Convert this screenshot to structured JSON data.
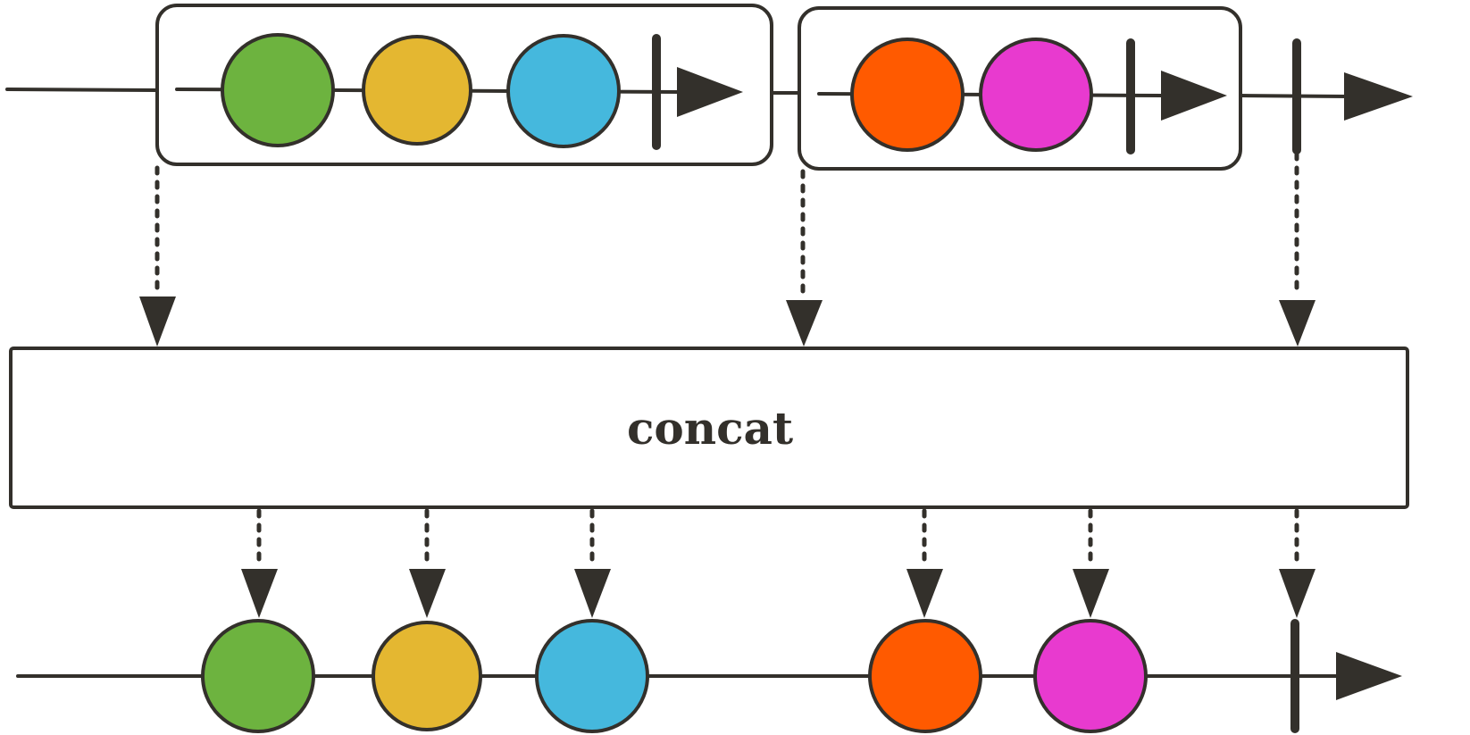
{
  "operator": {
    "label": "concat"
  },
  "colors": {
    "stroke": "#33302b",
    "green": "#6db33f",
    "yellow": "#e4b731",
    "blue": "#45b8dd",
    "orange": "#ff5a00",
    "magenta": "#e83acf"
  },
  "input_inner_1": {
    "marbles": [
      "green",
      "yellow",
      "blue"
    ],
    "completes": true
  },
  "input_inner_2": {
    "marbles": [
      "orange",
      "magenta"
    ],
    "completes": true
  },
  "outer_completes": true,
  "output": {
    "marbles": [
      "green",
      "yellow",
      "blue",
      "orange",
      "magenta"
    ],
    "completes": true
  }
}
